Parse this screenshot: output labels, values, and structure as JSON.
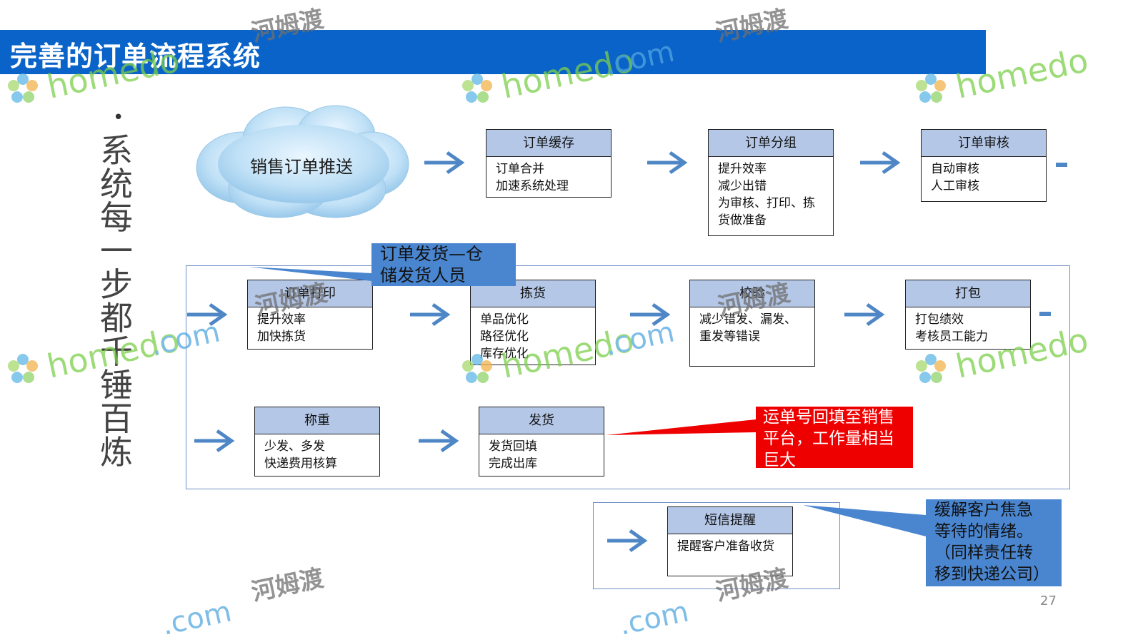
{
  "header": {
    "title": "完善的订单流程系统"
  },
  "side": {
    "bullet": "•",
    "chars": [
      "系",
      "统",
      "每",
      "一",
      "步",
      "都",
      "千",
      "锤",
      "百",
      "炼"
    ]
  },
  "cloud": {
    "label": "销售订单推送"
  },
  "boxes": {
    "cache": {
      "title": "订单缓存",
      "lines": [
        "订单合并",
        "加速系统处理"
      ]
    },
    "group": {
      "title": "订单分组",
      "lines": [
        "提升效率",
        "减少出错",
        "为审核、打印、拣",
        "货做准备"
      ]
    },
    "review": {
      "title": "订单审核",
      "lines": [
        "自动审核",
        "人工审核"
      ]
    },
    "print": {
      "title": "订单打印",
      "lines": [
        "提升效率",
        "加快拣货"
      ]
    },
    "pick": {
      "title": "拣货",
      "lines": [
        "单品优化",
        "路径优化",
        "库存优化"
      ]
    },
    "check": {
      "title": "校验",
      "lines": [
        "减少错发、漏发、",
        "重发等错误"
      ]
    },
    "pack": {
      "title": "打包",
      "lines": [
        "打包绩效",
        "考核员工能力"
      ]
    },
    "weigh": {
      "title": "称重",
      "lines": [
        "少发、多发",
        "快递费用核算"
      ]
    },
    "ship": {
      "title": "发货",
      "lines": [
        "发货回填",
        "完成出库"
      ]
    },
    "sms": {
      "title": "短信提醒",
      "lines": [
        "提醒客户准备收货"
      ]
    }
  },
  "callouts": {
    "warehouse": {
      "lines": [
        "订单发货—仓",
        "储发货人员"
      ]
    },
    "waybill": {
      "lines": [
        "运单号回填至销售",
        "平台，工作量相当",
        "巨大"
      ]
    },
    "customer": {
      "lines": [
        "缓解客户焦急",
        "等待的情绪。",
        "（同样责任转",
        "移到快递公司）"
      ]
    }
  },
  "watermark": {
    "brand": "homedo",
    "domain": ".com",
    "cn": "河姆渡"
  },
  "colors": {
    "title_bar": "#0a63c8",
    "box_header": "#b4c7e7",
    "arrow": "#4e86c6",
    "callout_blue": "#4a86d0",
    "callout_red": "#ef0000"
  },
  "page_number": "27"
}
